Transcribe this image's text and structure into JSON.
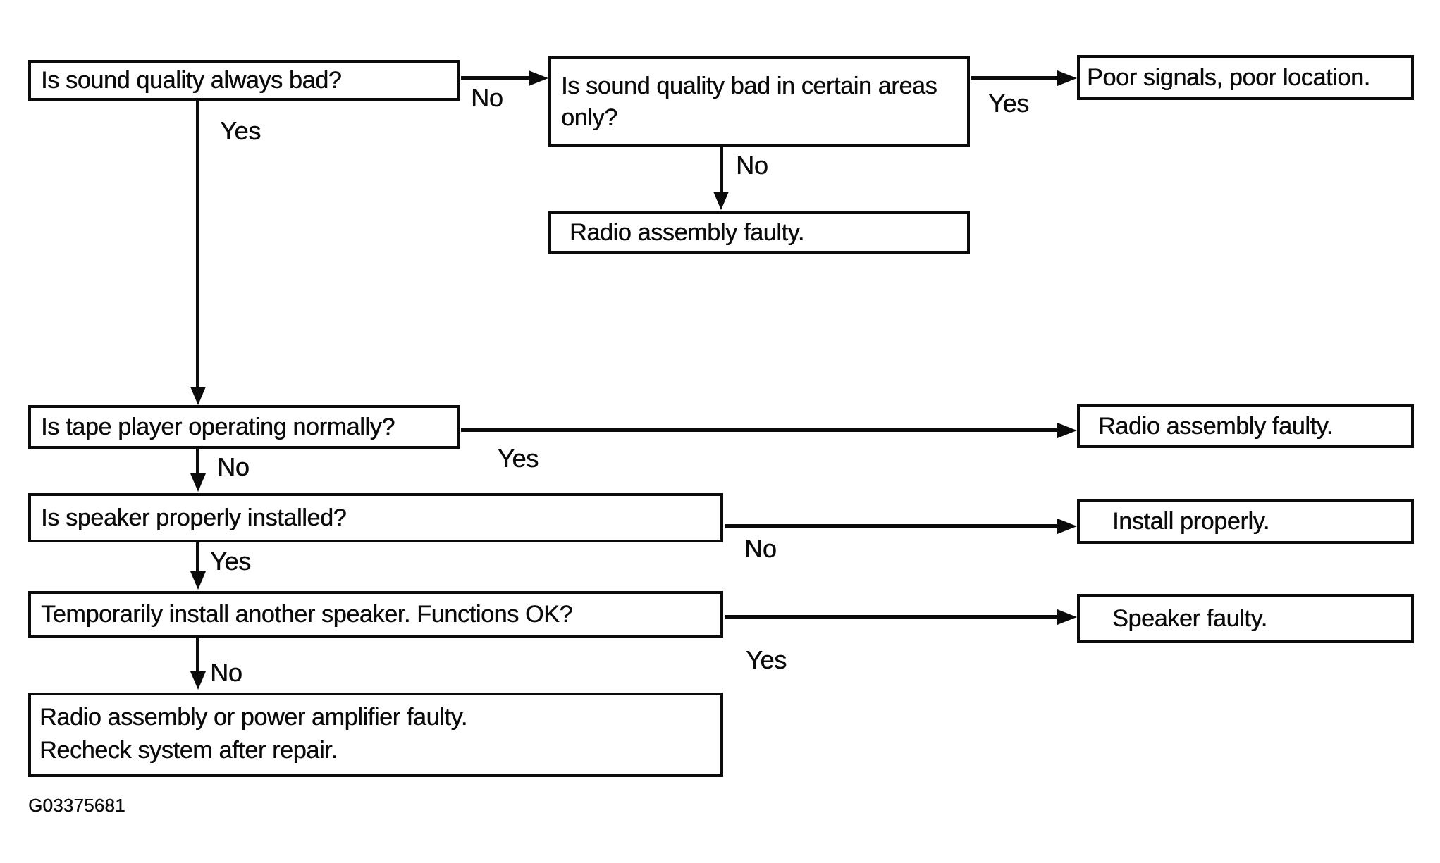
{
  "figure_id": "G03375681",
  "colors": {
    "ink": "#0b0b0b",
    "background": "#ffffff"
  },
  "boxes": {
    "q_sound_always_bad": "Is sound quality always bad?",
    "q_bad_certain_areas": "Is sound quality bad in certain areas only?",
    "result_poor_signals": "Poor signals, poor location.",
    "result_radio_faulty_top": "Radio assembly faulty.",
    "q_tape_player": "Is tape player operating normally?",
    "result_radio_faulty_mid": "Radio assembly faulty.",
    "q_speaker_installed": "Is speaker properly installed?",
    "result_install_properly": "Install properly.",
    "q_another_speaker": "Temporarily install another speaker. Functions OK?",
    "result_speaker_faulty": "Speaker faulty.",
    "result_radio_or_amp_line1": "Radio assembly or power amplifier faulty.",
    "result_radio_or_amp_line2": "Recheck system after repair."
  },
  "edge_labels": {
    "a_to_b": "No",
    "a_down": "Yes",
    "b_to_c": "Yes",
    "b_down": "No",
    "d_to_f": "Yes",
    "d_down": "No",
    "g_to_h": "No",
    "g_down": "Yes",
    "i_to_j": "Yes",
    "i_down": "No"
  }
}
